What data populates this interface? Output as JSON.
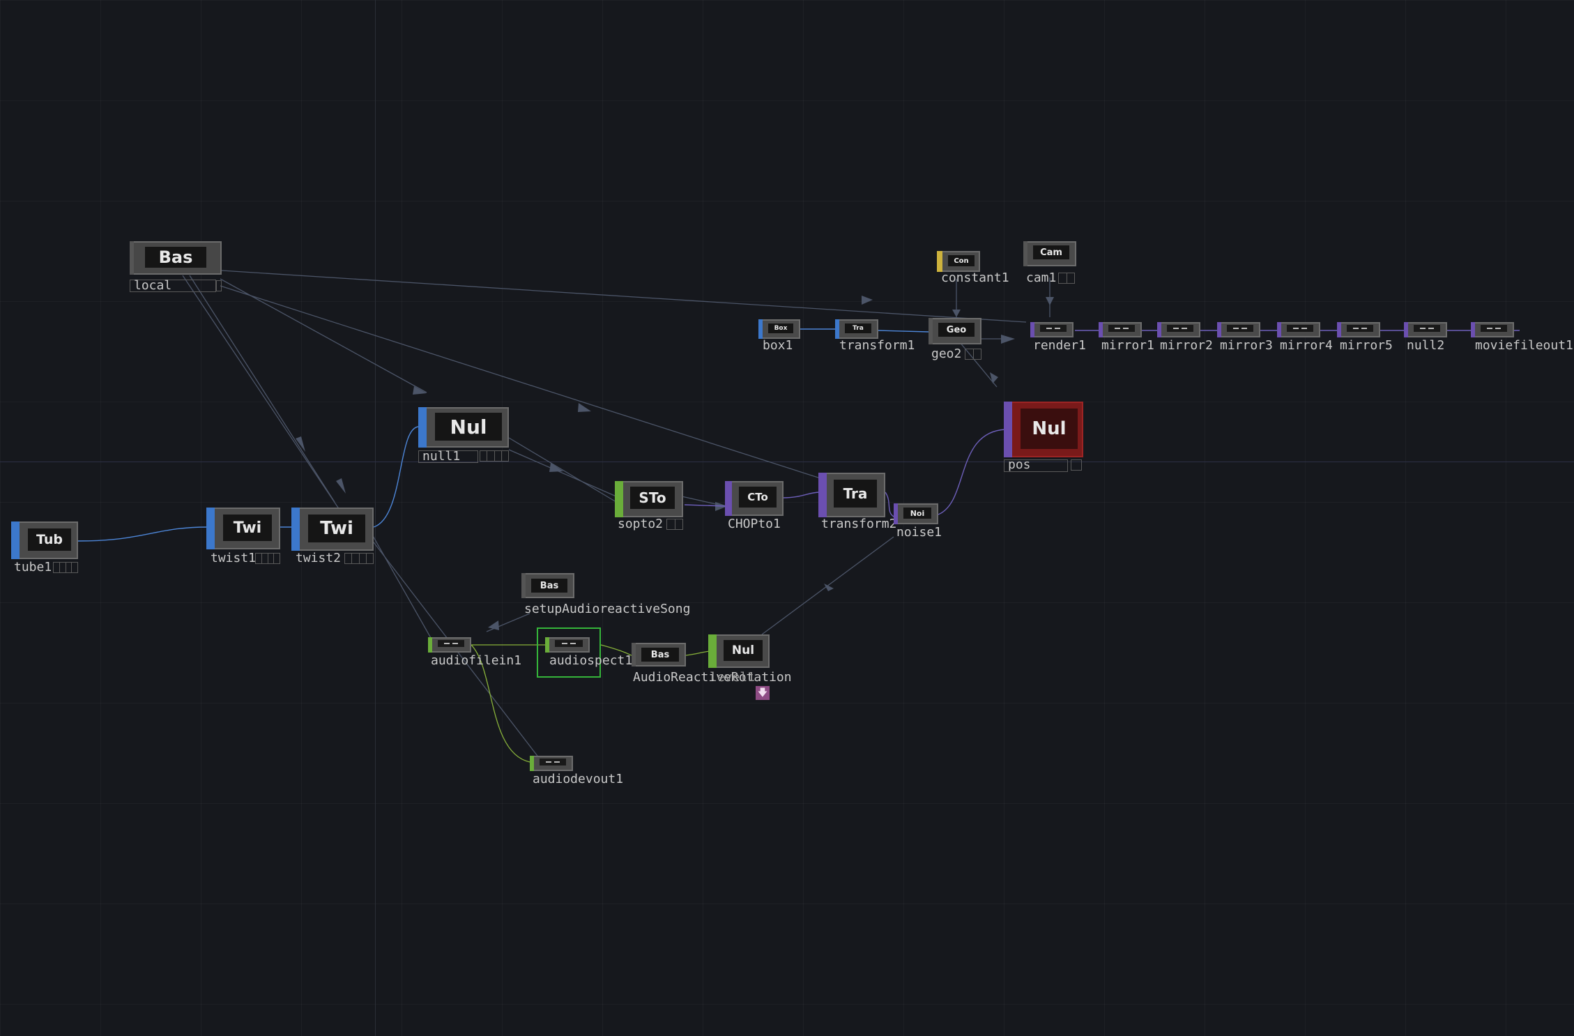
{
  "colors": {
    "background": "#16181d",
    "sop_strip": "#3c78cc",
    "chop_strip": "#6aad3a",
    "top_strip": "#6b4fb0",
    "dat_strip": "#cdb23d",
    "comp_strip": "#555555",
    "error_red": "#8b1c1c",
    "selection": "#35b53a",
    "wire_sop": "#4d86d8",
    "wire_chop": "#88b23a",
    "wire_top": "#6d5fba",
    "wire_reference": "#4c5568"
  },
  "nodes": {
    "local": {
      "face": "Bas",
      "label": "local",
      "family": "comp"
    },
    "tube1": {
      "face": "Tub",
      "label": "tube1",
      "family": "sop"
    },
    "twist1": {
      "face": "Twi",
      "label": "twist1",
      "family": "sop"
    },
    "twist2": {
      "face": "Twi",
      "label": "twist2",
      "family": "sop"
    },
    "null1": {
      "face": "Nul",
      "label": "null1",
      "family": "sop"
    },
    "sopto2": {
      "face": "STo",
      "label": "sopto2",
      "family": "chop"
    },
    "choptol": {
      "face": "CTo",
      "label": "CHOPto1",
      "family": "top"
    },
    "transform2": {
      "face": "Tra",
      "label": "transform2",
      "family": "top"
    },
    "noise1": {
      "face": "Noi",
      "label": "noise1",
      "family": "top"
    },
    "pos": {
      "face": "Nul",
      "label": "pos",
      "family": "top"
    },
    "constant1": {
      "face": "Con",
      "label": "constant1",
      "family": "dat"
    },
    "cam1": {
      "face": "Cam",
      "label": "cam1",
      "family": "comp"
    },
    "box1": {
      "face": "Box",
      "label": "box1",
      "family": "sop"
    },
    "transform1": {
      "face": "Tra",
      "label": "transform1",
      "family": "sop"
    },
    "geo2": {
      "face": "Geo",
      "label": "geo2",
      "family": "comp"
    },
    "render1": {
      "label": "render1",
      "family": "top"
    },
    "mirror1": {
      "label": "mirror1",
      "family": "top"
    },
    "mirror2": {
      "label": "mirror2",
      "family": "top"
    },
    "mirror3": {
      "label": "mirror3",
      "family": "top"
    },
    "mirror4": {
      "label": "mirror4",
      "family": "top"
    },
    "mirror5": {
      "label": "mirror5",
      "family": "top"
    },
    "null2": {
      "label": "null2",
      "family": "top"
    },
    "moviefileout1": {
      "label": "moviefileout1",
      "family": "top"
    },
    "setupaudio": {
      "face": "Bas",
      "label": "setupAudioreactiveSong",
      "family": "comp"
    },
    "audiofilein1": {
      "label": "audiofilein1",
      "family": "chop"
    },
    "audiospect1": {
      "label": "audiospect1",
      "family": "chop"
    },
    "audioreactive": {
      "face": "Bas",
      "label": "AudioReactiveRotation",
      "family": "comp"
    },
    "level1": {
      "face": "Nul",
      "label": "level1",
      "family": "chop"
    },
    "audiodevout1": {
      "label": "audiodevout1",
      "family": "chop"
    }
  },
  "badge": {
    "icon": "arrow-down-icon",
    "glyph": "🡇"
  }
}
